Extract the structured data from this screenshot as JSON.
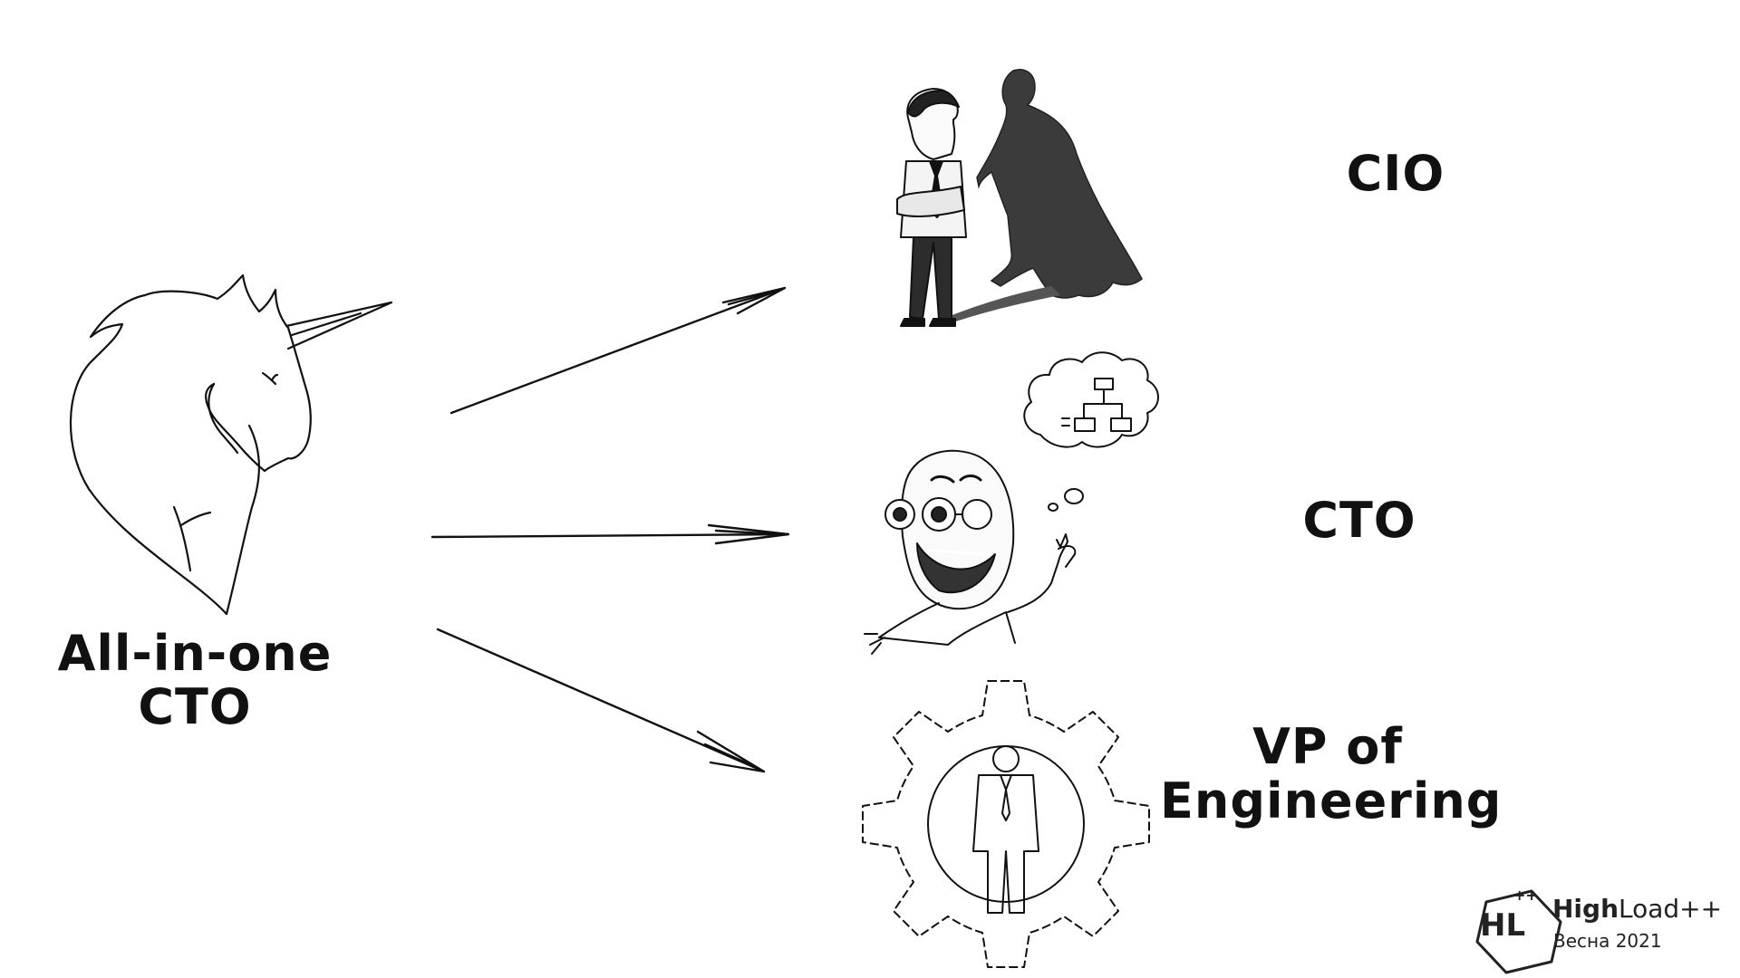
{
  "source": {
    "line1": "All-in-one",
    "line2": "CTO",
    "icon": "unicorn-icon"
  },
  "roles": [
    {
      "label": "CIO",
      "icon": "superhero-shadow-icon"
    },
    {
      "label": "CTO",
      "icon": "engineer-thinking-icon"
    },
    {
      "label_line1": "VP of",
      "label_line2": "Engineering",
      "icon": "gear-person-icon"
    }
  ],
  "logo": {
    "monogram": "HL",
    "plus": "++",
    "brand_bold": "High",
    "brand_regular": "Load++",
    "subtitle": "Весна 2021"
  },
  "colors": {
    "ink": "#111111",
    "background": "#ffffff"
  }
}
